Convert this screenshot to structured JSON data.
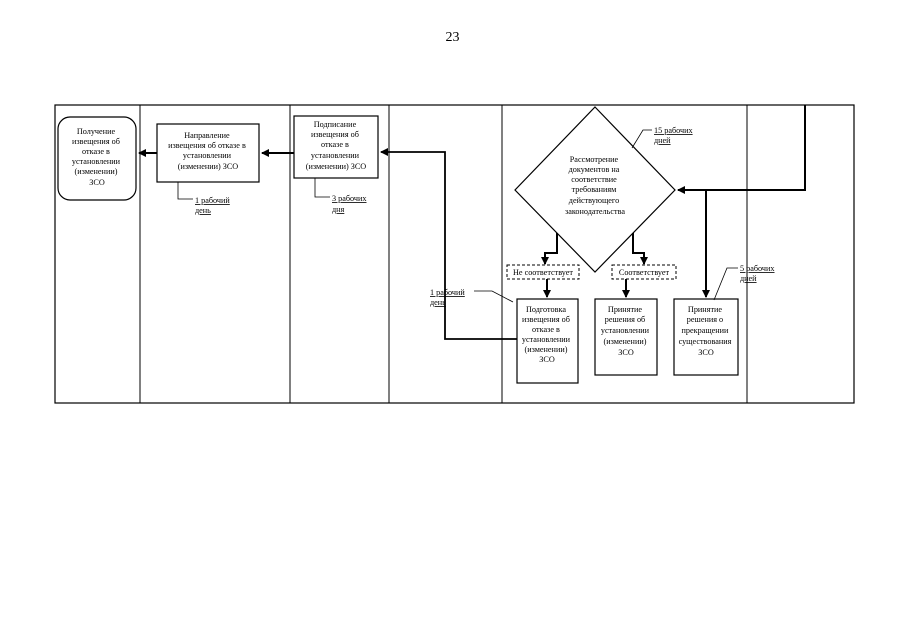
{
  "page": {
    "number": "23"
  },
  "nodes": {
    "receipt": [
      "Получение",
      "извещения об",
      "отказе в",
      "установлении",
      "(изменении)",
      "ЗСО"
    ],
    "send_notice": [
      "Направление",
      "извещения об отказе в",
      "установлении",
      "(изменении) ЗСО"
    ],
    "sign_notice": [
      "Подписание",
      "извещения об",
      "отказе в",
      "установлении",
      "(изменении) ЗСО"
    ],
    "review": [
      "Рассмотрение",
      "документов на",
      "соответствие",
      "требованиям",
      "действующего",
      "законодательства"
    ],
    "prepare_refusal": [
      "Подготовка",
      "извещения об",
      "отказе в",
      "установлении",
      "(изменении)",
      "ЗСО"
    ],
    "decide_establish": [
      "Принятие",
      "решения об",
      "установлении",
      "(изменении)",
      "ЗСО"
    ],
    "decide_terminate": [
      "Принятие",
      "решения о",
      "прекращении",
      "существования",
      "ЗСО"
    ]
  },
  "conditions": {
    "not_compliant": "Не соответствует",
    "compliant": "Соответствует"
  },
  "notes": {
    "one_day_a": [
      "1 рабочий",
      "день"
    ],
    "three_days": [
      "3 рабочих",
      "дня"
    ],
    "fifteen_days": [
      "15 рабочих",
      "дней"
    ],
    "one_day_b": [
      "1 рабочий",
      "день"
    ],
    "five_days": [
      "5 рабочих",
      "дней"
    ]
  }
}
